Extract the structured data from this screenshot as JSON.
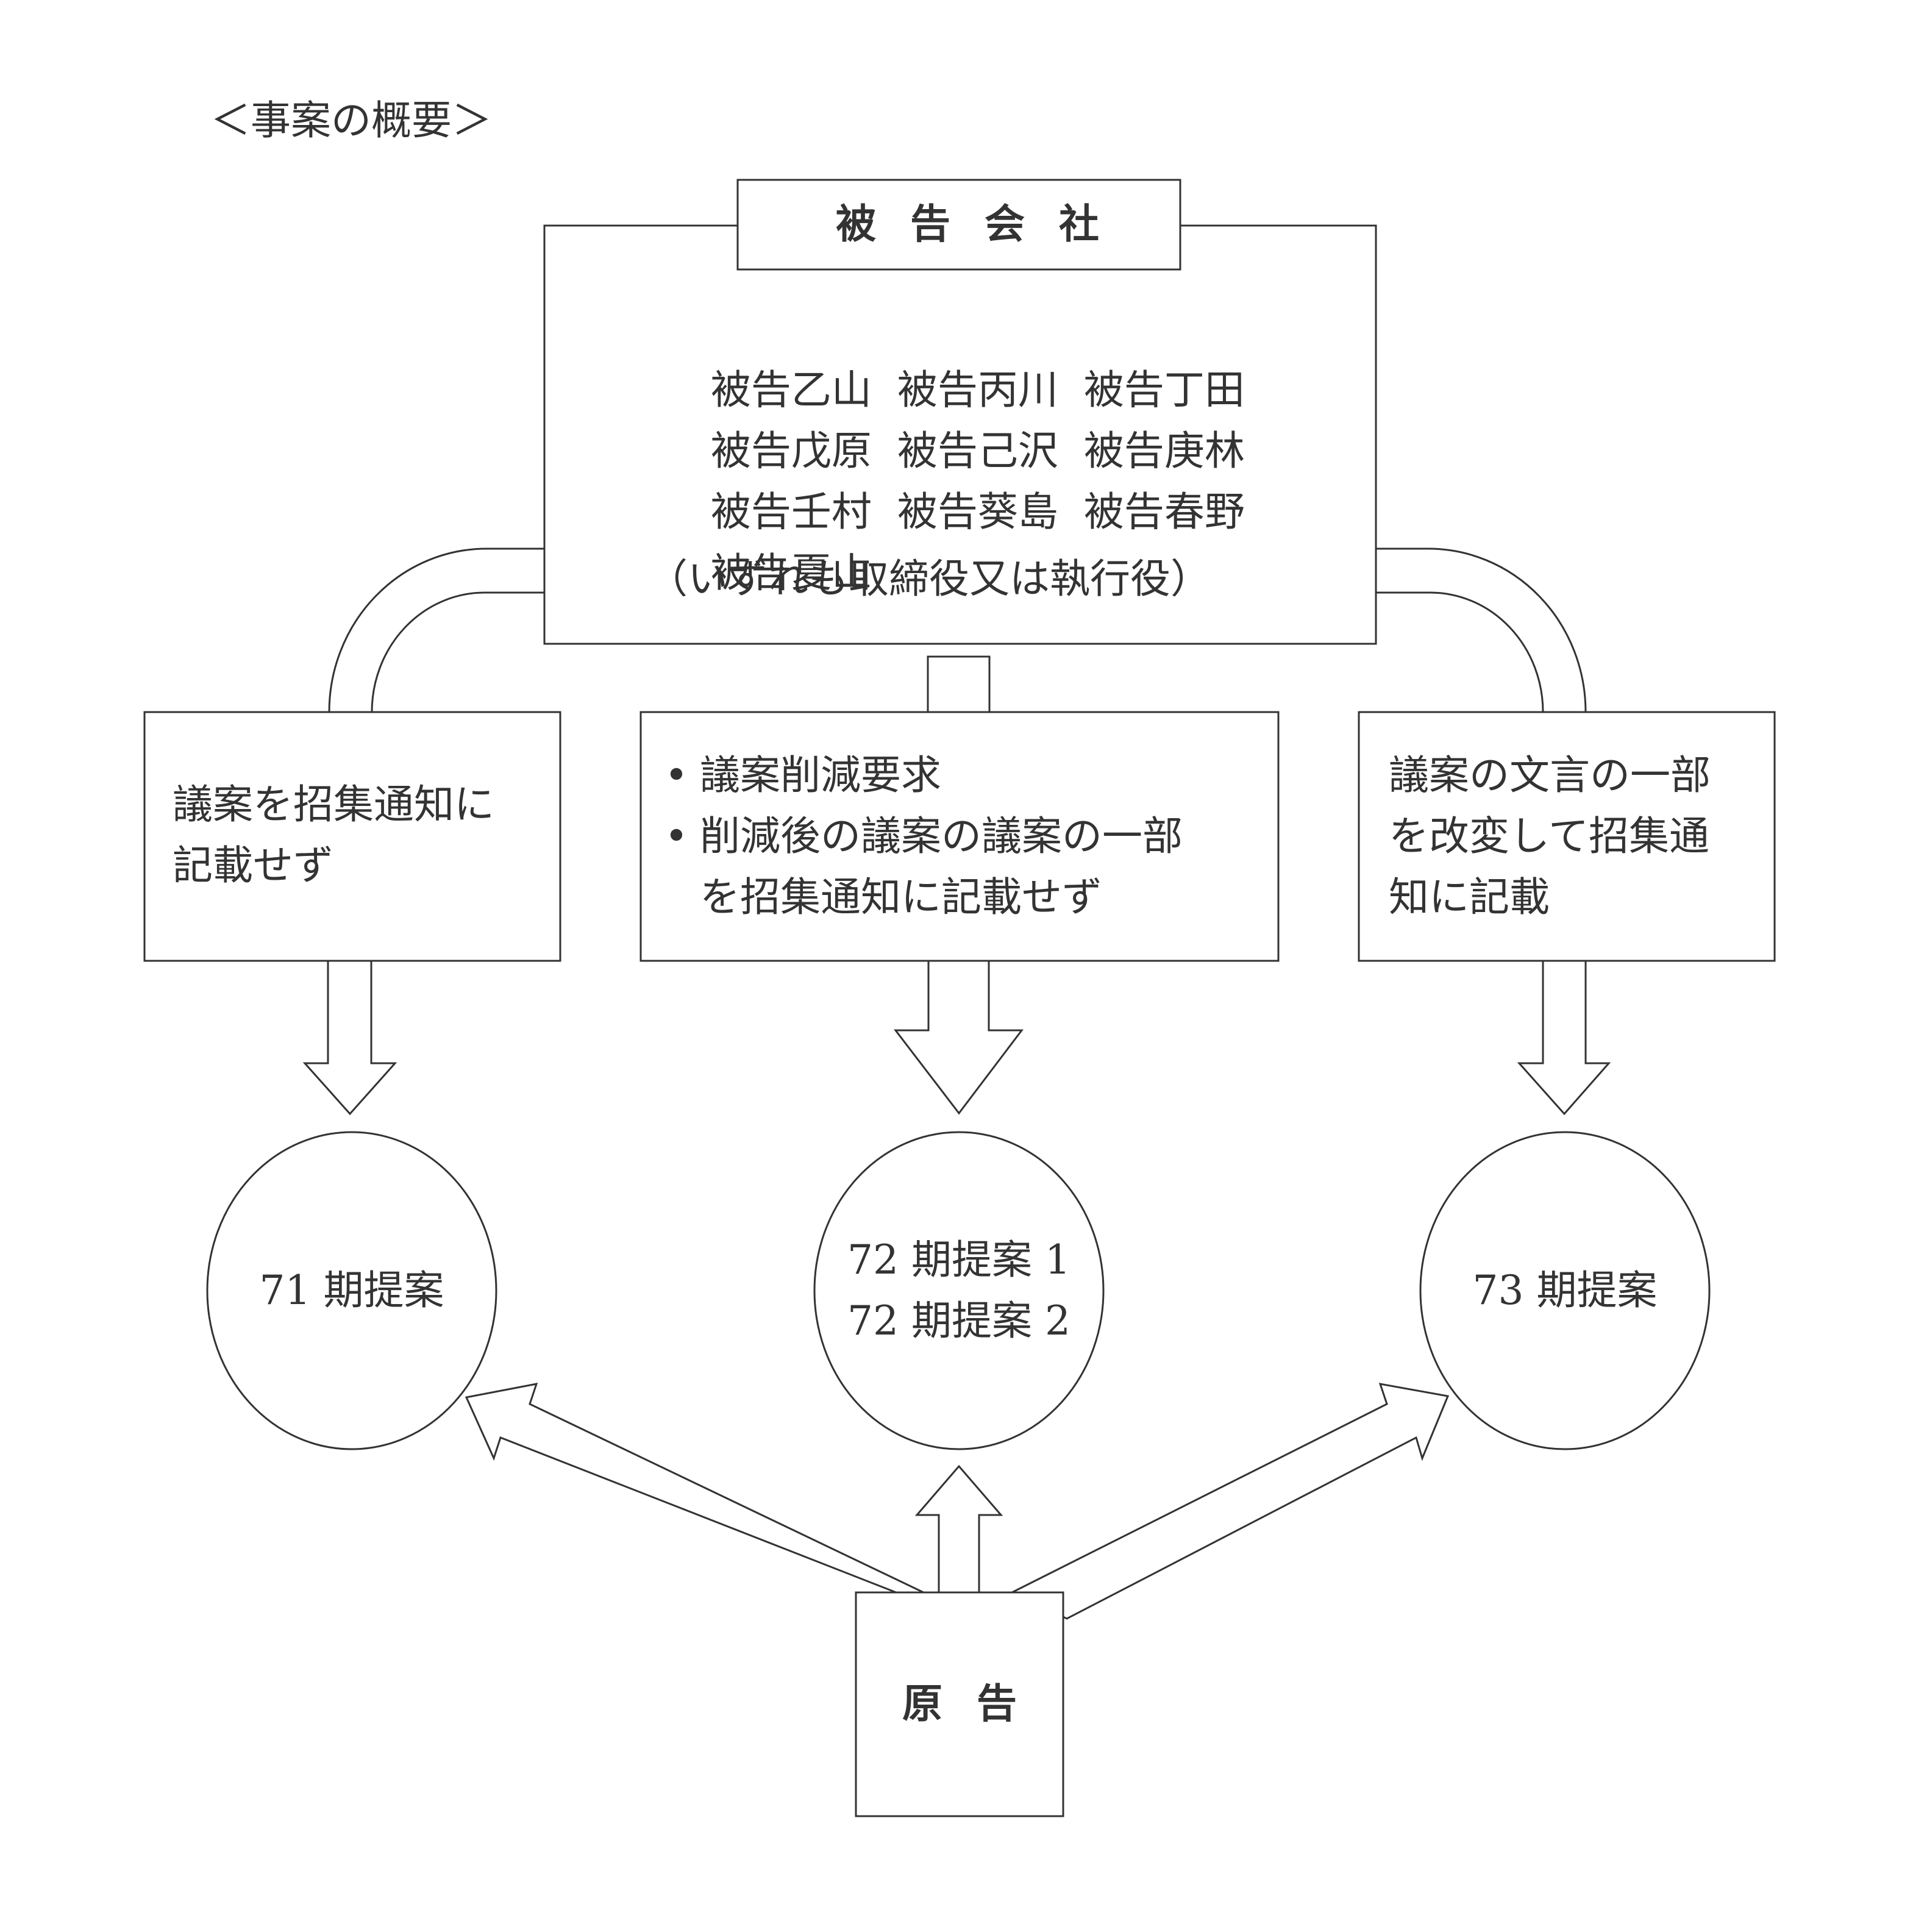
{
  "heading": "＜事案の概要＞",
  "company": {
    "title": "被告会社",
    "members": [
      [
        "被告乙山",
        "被告丙川",
        "被告丁田"
      ],
      [
        "被告戊原",
        "被告己沢",
        "被告庚林"
      ],
      [
        "被告壬村",
        "被告葵島",
        "被告春野"
      ],
      [
        "被告夏山"
      ]
    ],
    "note": "（いずれも取締役又は執行役）"
  },
  "actions": {
    "left": "議案を招集通知に\n記載せず",
    "center": [
      "議案削減要求",
      "削減後の議案の議案の一部\nを招集通知に記載せず"
    ],
    "right": "議案の文言の一部\nを改変して招集通\n知に記載"
  },
  "proposals": {
    "p71": "71 期提案",
    "p72": "72 期提案 1\n72 期提案 2",
    "p73": "73 期提案"
  },
  "plaintiff": "原告"
}
